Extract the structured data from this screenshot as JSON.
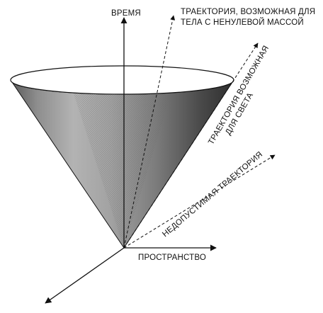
{
  "diagram": {
    "labels": {
      "time_axis": "ВРЕМЯ",
      "space_axis": "ПРОСТРАНСТВО",
      "massive_trajectory_line1": "ТРАЕКТОРИЯ, ВОЗМОЖНАЯ ДЛЯ",
      "massive_trajectory_line2": "ТЕЛА С НЕНУЛЕВОЙ МАССОЙ",
      "light_trajectory_line1": "ТРАЕКТОРИЯ ВОЗМОЖНАЯ",
      "light_trajectory_line2": "ДЛЯ СВЕТА",
      "forbidden_trajectory": "НЕДОПУСТИМАЯ ТРАЕКТОРИЯ"
    },
    "colors": {
      "cone_dark": "#3a3a3a",
      "cone_mid": "#8a8a8a",
      "cone_light": "#b8b8b8",
      "line": "#111111",
      "background": "#ffffff"
    }
  }
}
